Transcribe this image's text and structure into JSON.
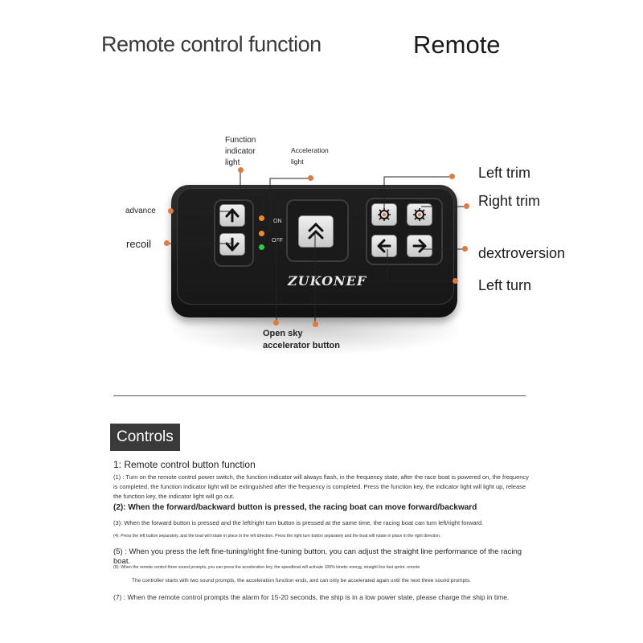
{
  "header": {
    "title_left": "Remote control function",
    "title_right": "Remote"
  },
  "remote": {
    "brand": "ZUKONEF",
    "on_label": "ON",
    "off_label": "OFF"
  },
  "callouts": {
    "function_indicator": "Function indicator light",
    "acceleration_light": "Acceleration light",
    "advance": "advance",
    "recoil": "recoil",
    "open_sky": "Open sky accelerator button",
    "left_trim": "Left trim",
    "right_trim": "Right trim",
    "dextroversion": "dextroversion",
    "left_turn": "Left turn"
  },
  "controls": {
    "tag": "Controls",
    "section_title": "1: Remote control button function",
    "p1": "(1) : Turn on the remote control power switch, the function indicator will always flash, in the frequency state, after the race boat is powered on, the frequency is completed, the function indicator light will be extinguished after the frequency is completed. Press the function key, the indicator light will light up, release the function key, the indicator light will go out.",
    "p2": "(2): When the forward/backward button is pressed, the racing boat can move forward/backward",
    "p3": "(3): When the forward button is pressed and the left/right turn button is pressed at the same time, the racing boat can turn left/right forward.",
    "p4": "(4): Press the left button separately, and the boat will rotate in place in the left direction.  Press the right turn button separately and the boat will rotate in place in the right direction.",
    "p5": "(5) : When you press the left fine-tuning/right fine-tuning button, you can adjust the straight line performance of the racing boat.",
    "p6": "(6): When the remote control three sound prompts, you can press the acceleration key, the speedboat will activate 100% kinetic energy, straight line fast sprint. remote",
    "p6b": "The controller starts with two sound prompts, the acceleration function ends, and can only be accelerated again until the next three sound prompts.",
    "p7": "(7) : When the remote control prompts the alarm for 15-20 seconds, the ship is in a low power state, please charge the ship in time."
  },
  "colors": {
    "accent": "#e07a3e",
    "led_green": "#2ecc40",
    "led_orange": "#f08a30",
    "tag_bg": "#3a3a3a"
  }
}
